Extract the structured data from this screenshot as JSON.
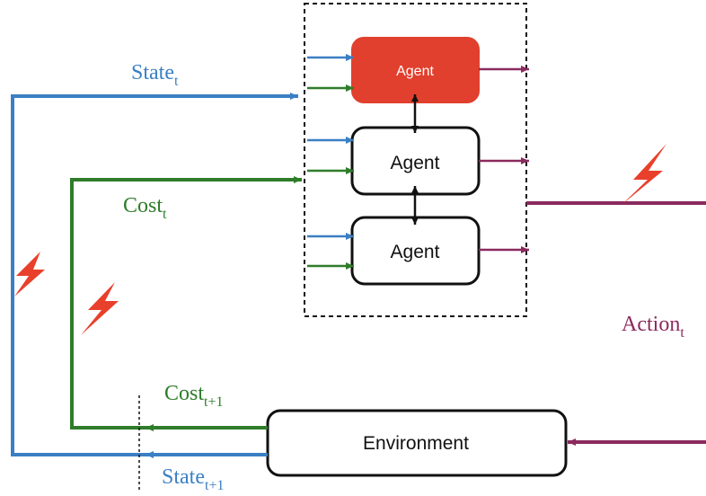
{
  "colors": {
    "state": "#3b7fc4",
    "cost": "#2f7d2a",
    "action": "#8b2a5e",
    "agent_highlight": "#e0402d",
    "bolt": "#e8402b",
    "box_stroke": "#111111"
  },
  "agents": [
    {
      "label": "Agent",
      "highlighted": true
    },
    {
      "label": "Agent",
      "highlighted": false
    },
    {
      "label": "Agent",
      "highlighted": false
    }
  ],
  "environment": {
    "label": "Environment"
  },
  "labels": {
    "state_t": {
      "base": "State",
      "sub": "t"
    },
    "cost_t": {
      "base": "Cost",
      "sub": "t"
    },
    "action_t": {
      "base": "Action",
      "sub": "t"
    },
    "cost_t1": {
      "base": "Cost",
      "sub": "t+1"
    },
    "state_t1": {
      "base": "State",
      "sub": "t+1"
    }
  },
  "icons": [
    "lightning-bolt-icon",
    "lightning-bolt-icon",
    "lightning-bolt-icon"
  ]
}
